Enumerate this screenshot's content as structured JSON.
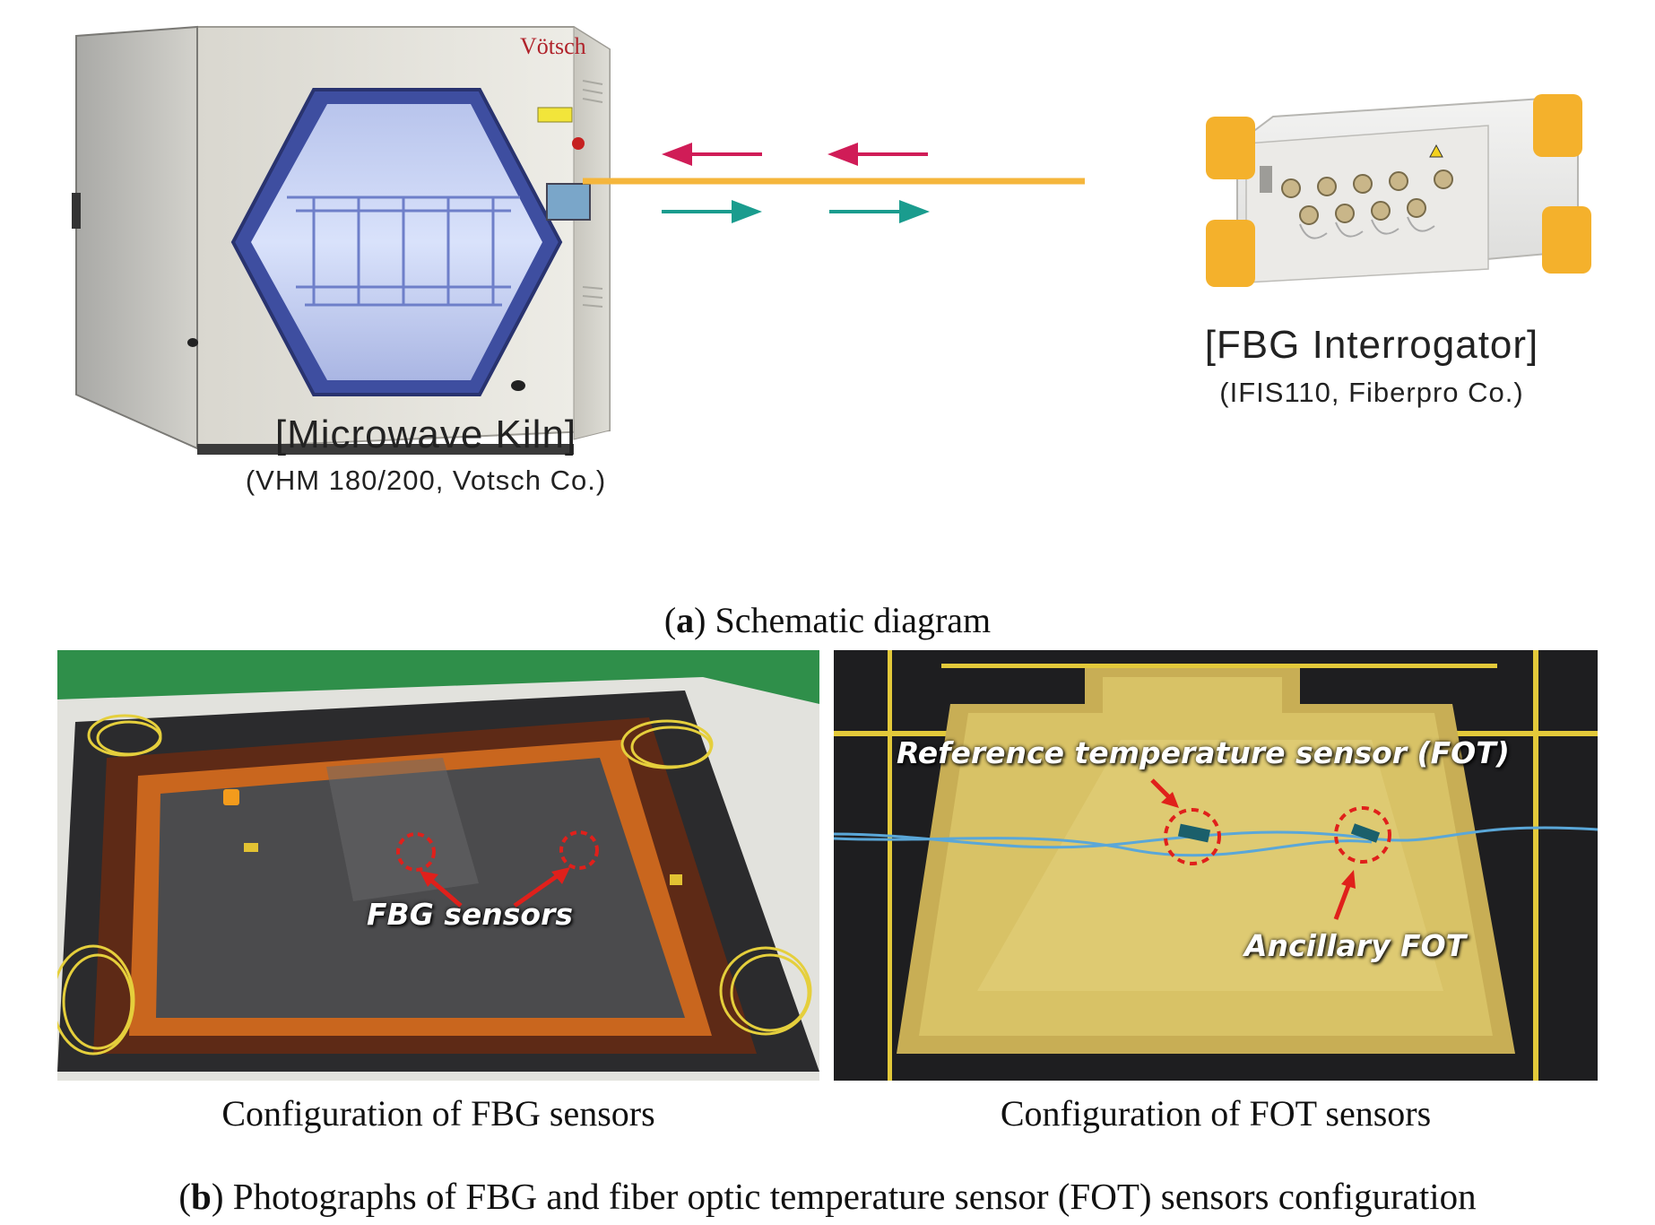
{
  "top": {
    "kiln_label": {
      "title": "[Microwave Kiln]",
      "subtitle": "(VHM 180/200, Votsch Co.)"
    },
    "kiln_brand": "Vötsch",
    "interrogator_label": {
      "title": "[FBG Interrogator]",
      "subtitle": "(IFIS110, Fiberpro Co.)"
    },
    "caption": {
      "letter": "a",
      "text": "Schematic diagram"
    }
  },
  "photos": {
    "left": {
      "label": "FBG sensors",
      "caption": "Configuration of FBG sensors"
    },
    "right": {
      "label_reference": "Reference temperature sensor (FOT)",
      "label_ancillary": "Ancillary FOT",
      "caption": "Configuration of FOT sensors"
    }
  },
  "bottom_caption": {
    "letter": "b",
    "text": "Photographs of FBG and fiber optic temperature sensor (FOT) sensors configuration"
  },
  "colors": {
    "fiber_line": "#f5b63c",
    "arrow_left": "#d01c57",
    "arrow_right": "#1a9c8e",
    "marker_red": "#e0201b"
  }
}
